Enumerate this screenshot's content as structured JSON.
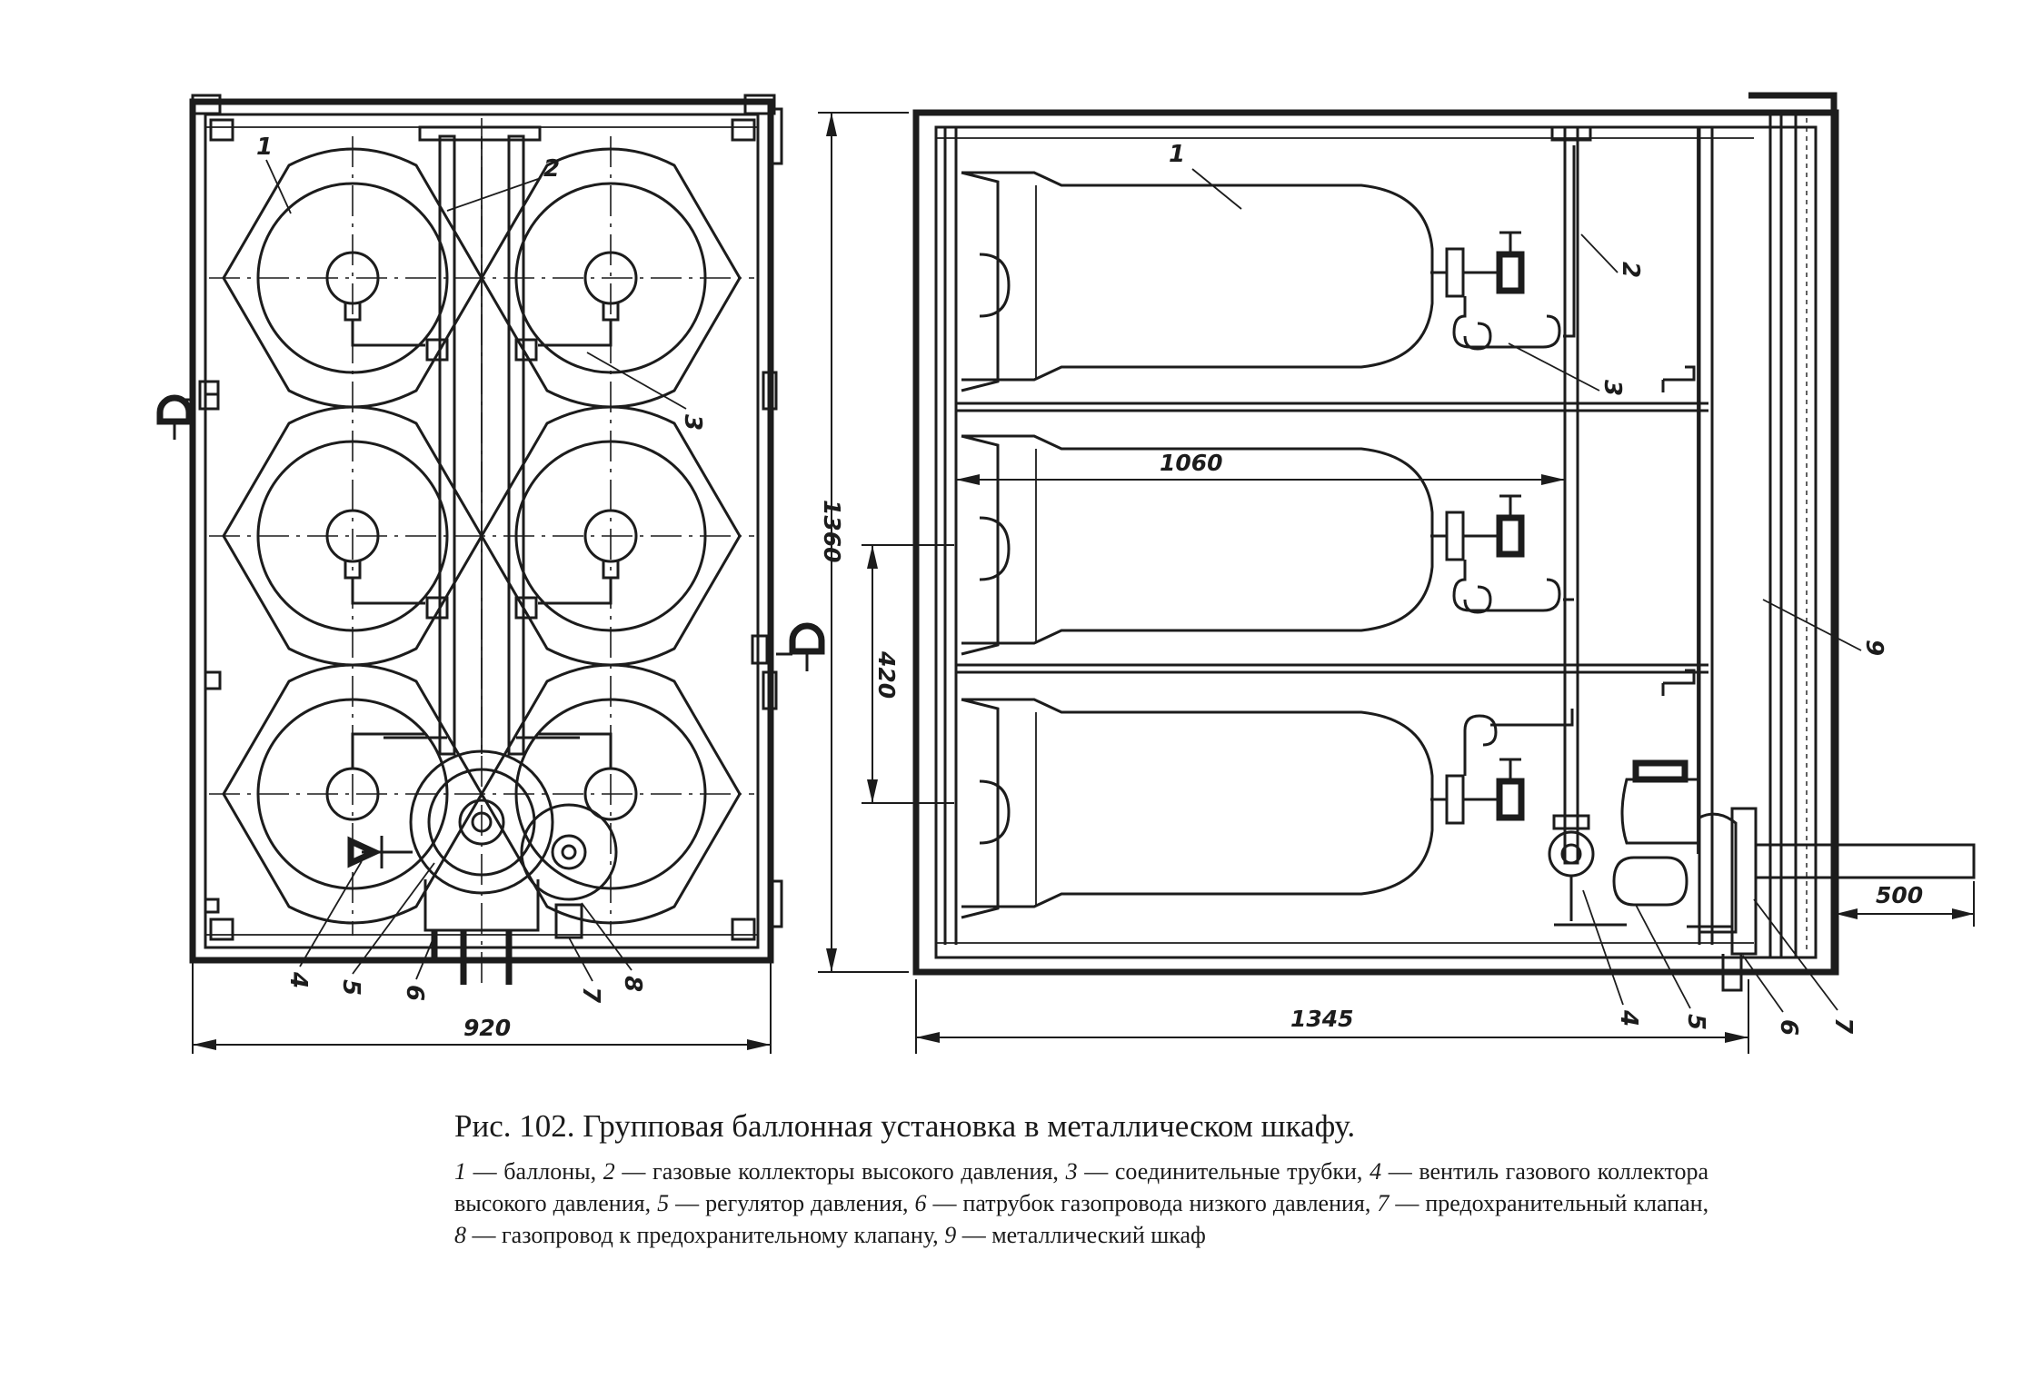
{
  "figure": {
    "caption_title": "Рис. 102. Групповая баллонная установка в металлическом шкафу.",
    "legend": [
      {
        "num": "1",
        "text": "баллоны,"
      },
      {
        "num": "2",
        "text": "газовые коллекторы высокого давления,"
      },
      {
        "num": "3",
        "text": "соединительные трубки,"
      },
      {
        "num": "4",
        "text": "вентиль газового коллектора высокого давления,"
      },
      {
        "num": "5",
        "text": "регулятор давления,"
      },
      {
        "num": "6",
        "text": "патрубок газопровода низкого давления,"
      },
      {
        "num": "7",
        "text": "предохранительный клапан,"
      },
      {
        "num": "8",
        "text": "газопровод к предохранительному клапану,"
      },
      {
        "num": "9",
        "text": "металлический шкаф"
      }
    ],
    "dash": " — "
  },
  "plan_view": {
    "dim_width": "920",
    "callouts": [
      "1",
      "2",
      "3",
      "4",
      "5",
      "6",
      "7",
      "8"
    ]
  },
  "side_view": {
    "dim_height": "1360",
    "dim_length": "1345",
    "dim_cylinder": "1060",
    "dim_spacing": "420",
    "dim_outlet": "500",
    "callouts": [
      "1",
      "2",
      "3",
      "4",
      "5",
      "6",
      "7",
      "9"
    ]
  }
}
